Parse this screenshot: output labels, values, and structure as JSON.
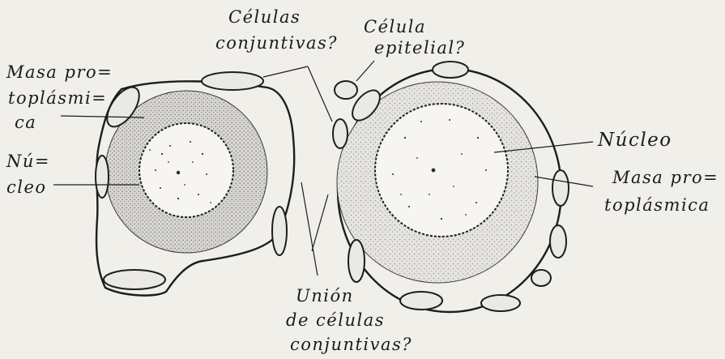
{
  "labels": {
    "celulas_conjuntivas_q": [
      "Células",
      "conjuntivas?"
    ],
    "celula_epitelial_q": [
      "Célula",
      "epitelial?"
    ],
    "masa_protoplasmica_left": [
      "Masa pro=",
      "toplásmi=",
      "ca"
    ],
    "nucleo_left": [
      "Nú=",
      "cleo"
    ],
    "nucleo_right": [
      "Núcleo"
    ],
    "masa_protoplasmica_right": [
      "Masa pro=",
      "toplásmica"
    ],
    "union_celulas_conjuntivas_q": [
      "Unión",
      "de células",
      "conjuntivas?"
    ]
  },
  "colors": {
    "paper": "#f1efe9",
    "ink": "#1d1d1d",
    "protoplasm_stipple": "#8a8a8a"
  }
}
